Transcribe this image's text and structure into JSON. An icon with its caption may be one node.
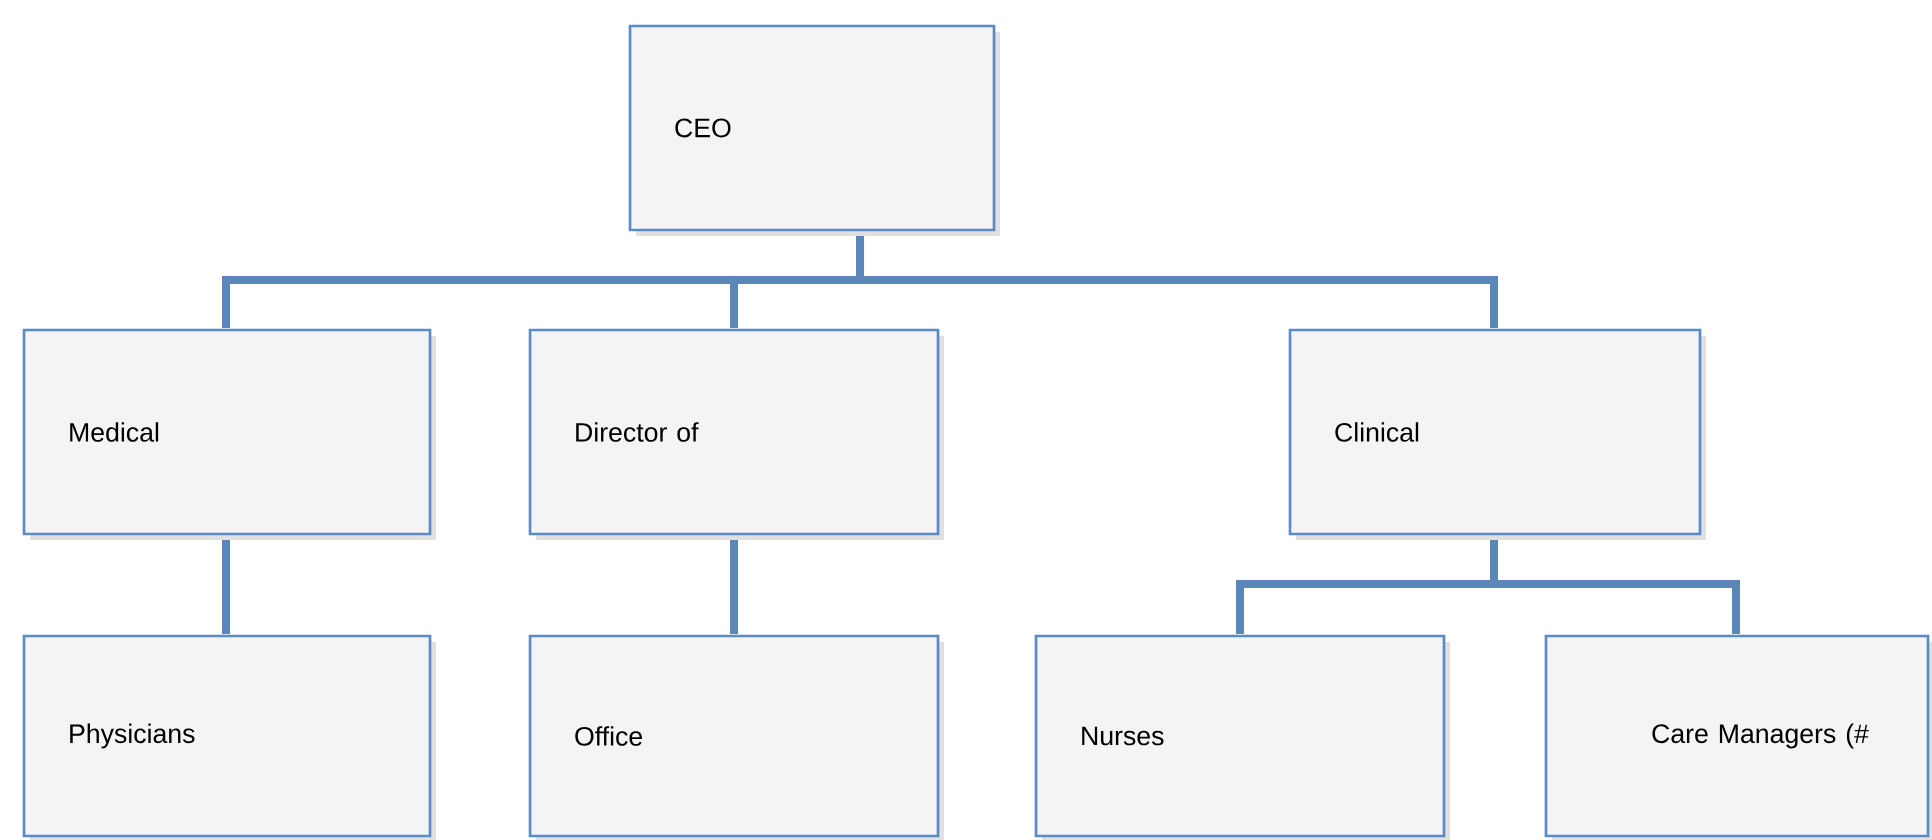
{
  "diagram": {
    "nodes": [
      {
        "text": [
          "CEO"
        ]
      },
      {
        "text": [
          "Medical"
        ]
      },
      {
        "text": [
          "Director of"
        ]
      },
      {
        "text": [
          "Clinical"
        ]
      },
      {
        "text": [
          "Physicians"
        ]
      },
      {
        "text": [
          "Office"
        ]
      },
      {
        "text": [
          "Nurses"
        ]
      },
      {
        "text": [
          "Care Managers (#"
        ]
      }
    ],
    "edges": [
      {
        "from": 0,
        "to": 1,
        "arrow": "none"
      },
      {
        "from": 0,
        "to": 2,
        "arrow": "none"
      },
      {
        "from": 0,
        "to": 3,
        "arrow": "none"
      },
      {
        "from": 1,
        "to": 4,
        "arrow": "none"
      },
      {
        "from": 2,
        "to": 5,
        "arrow": "none"
      },
      {
        "from": 3,
        "to": 6,
        "arrow": "none"
      },
      {
        "from": 3,
        "to": 7,
        "arrow": "none"
      }
    ]
  }
}
